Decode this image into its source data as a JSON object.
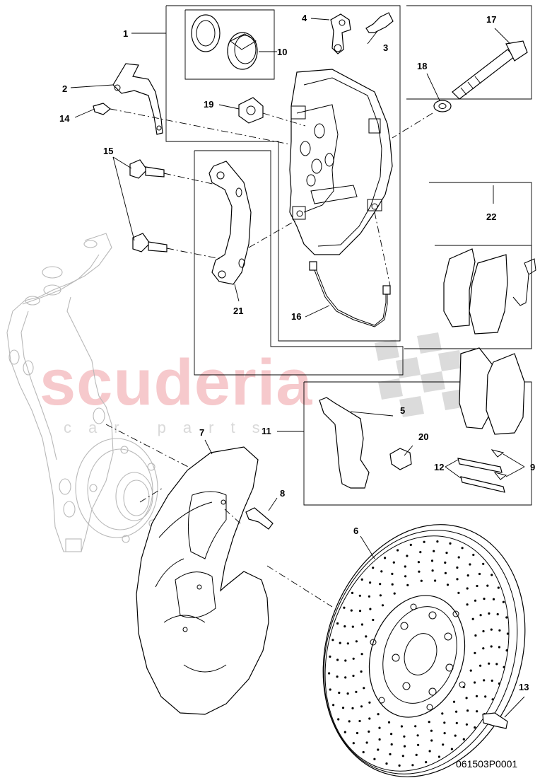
{
  "diagram": {
    "drawing_number": "061503P0001",
    "watermark": {
      "brand": "scuderia",
      "subtitle": "car parts"
    },
    "callouts": [
      "1",
      "2",
      "3",
      "4",
      "5",
      "6",
      "7",
      "8",
      "9",
      "10",
      "11",
      "12",
      "13",
      "14",
      "15",
      "16",
      "17",
      "18",
      "19",
      "20",
      "21",
      "22"
    ],
    "colors": {
      "line": "#000000",
      "watermark_red": "#f6c9cc",
      "watermark_grey": "#d9d9d9",
      "ghost_part": "#b8b8b8"
    }
  }
}
